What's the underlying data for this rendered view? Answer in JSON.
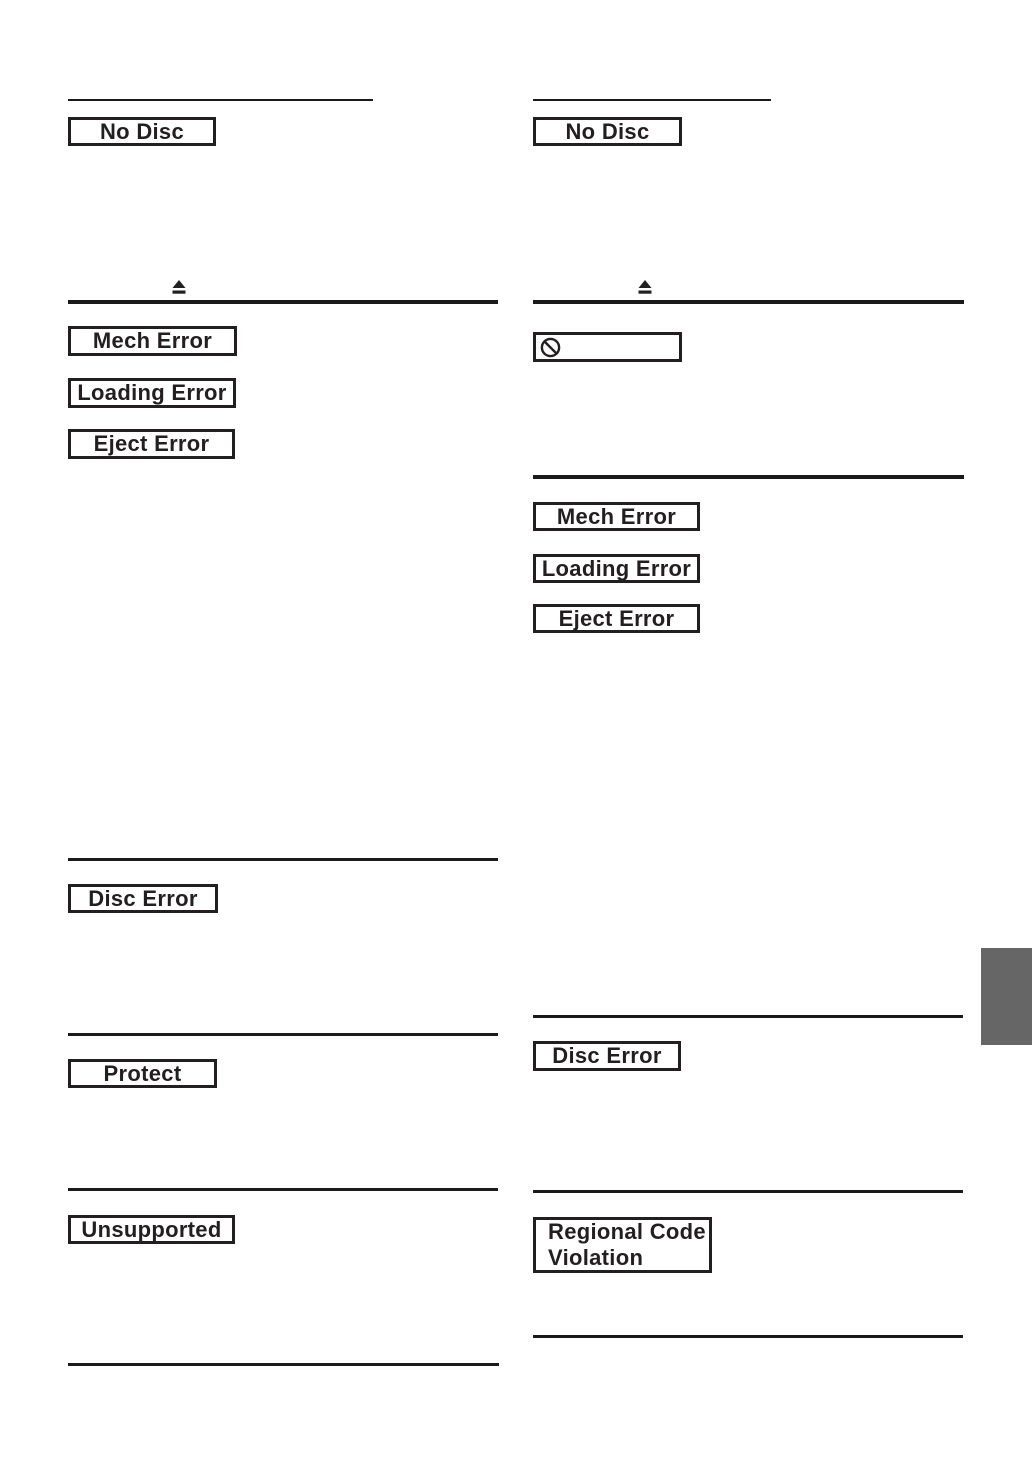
{
  "page": {
    "background": "#ffffff",
    "ink_color": "#231f20",
    "rule_color": "#1a1a1a",
    "side_tab_color": "#666666"
  },
  "icons": {
    "eject_left": "eject-icon",
    "eject_right": "eject-icon",
    "prohibited": "prohibited-icon"
  },
  "left_column": {
    "display_boxes": {
      "no_disc": "No Disc",
      "mech_error": "Mech Error",
      "loading_error": "Loading Error",
      "eject_error": "Eject Error",
      "disc_error": "Disc Error",
      "protect": "Protect",
      "unsupported": "Unsupported"
    }
  },
  "right_column": {
    "display_boxes": {
      "no_disc": "No Disc",
      "mech_error": "Mech Error",
      "loading_error": "Loading Error",
      "eject_error": "Eject Error",
      "disc_error": "Disc Error",
      "regional_code_line1": "Regional Code",
      "regional_code_line2": "Violation"
    }
  }
}
